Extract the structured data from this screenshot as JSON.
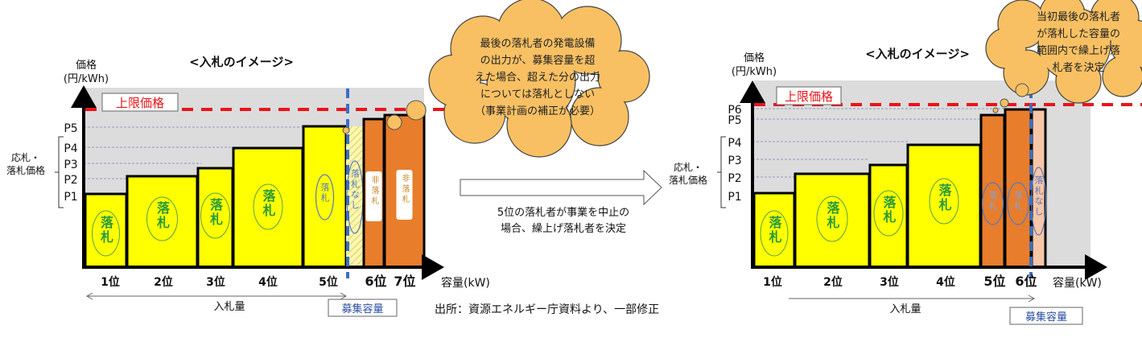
{
  "colors": {
    "win_bar": "#ffff00",
    "lose_bar": "#e87d2c",
    "cancel_bar": "#f7c6a6",
    "cap_line": "#e8141a",
    "recruit_line": "#3b6ec4",
    "cloud": "#f8c063",
    "win_text": "#2a9a3a"
  },
  "left": {
    "title": "<入札のイメージ>",
    "y_label_1": "価格",
    "y_label_2": "(円/kWh)",
    "cap_label": "上限価格",
    "price_group_label_1": "応札・",
    "price_group_label_2": "落札価格",
    "price_ticks": [
      "P5",
      "P4",
      "P3",
      "P2",
      "P1"
    ],
    "ranks": [
      "1位",
      "2位",
      "3位",
      "4位",
      "5位",
      "6位",
      "7位"
    ],
    "x_label": "容量(kW)",
    "bid_volume_label": "入札量",
    "recruit_capacity_label": "募集容量",
    "win_label": "落札",
    "no_win_label": "落札なし",
    "lose_label": "非落札"
  },
  "cloud_left": {
    "lines": [
      "最後の落札者の発電設備",
      "の出力が、募集容量を超",
      "えた場合、超えた分の出力",
      "については落札としない",
      "（事業計画の補正が必要）"
    ]
  },
  "middle": {
    "lines": [
      "5位の落札者が事業を中止の",
      "場合、繰上げ落札者を決定"
    ],
    "source": "出所：資源エネルギー庁資料より、一部修正"
  },
  "right": {
    "title": "<入札のイメージ>",
    "y_label_1": "価格",
    "y_label_2": "(円/kWh)",
    "cap_label": "上限価格",
    "price_group_label_1": "応札・",
    "price_group_label_2": "落札価格",
    "price_ticks": [
      "P6",
      "P5",
      "P4",
      "P3",
      "P2",
      "P1"
    ],
    "ranks": [
      "1位",
      "2位",
      "3位",
      "4位",
      "5位",
      "6位"
    ],
    "x_label": "容量(kW)",
    "bid_volume_label": "入札量",
    "recruit_capacity_label": "募集容量",
    "win_label": "落札",
    "no_win_label": "落札なし"
  },
  "cloud_right": {
    "lines": [
      "当初最後の落札者",
      "が落札した容量の",
      "範囲内で繰上げ落",
      "札者を決定"
    ]
  }
}
